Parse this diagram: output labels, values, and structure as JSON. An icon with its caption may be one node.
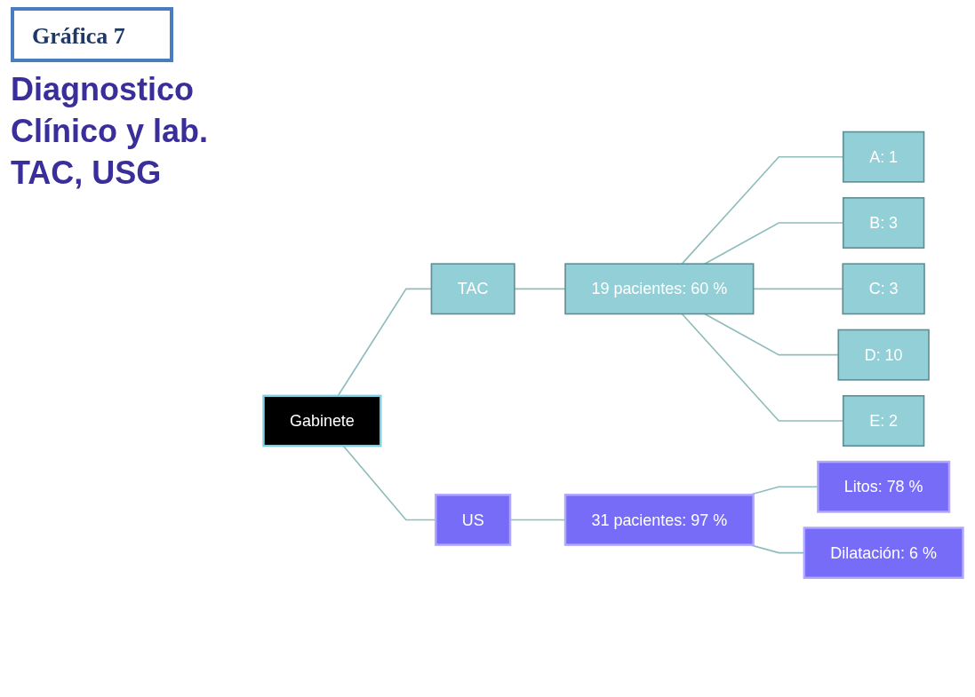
{
  "diagram": {
    "title": "Gráfica 7",
    "nodes": [
      {
        "text": [
          "Gabinete"
        ]
      },
      {
        "text": [
          "TAC"
        ]
      },
      {
        "text": [
          "19 pacientes: 60 %"
        ]
      },
      {
        "text": [
          "A: 1"
        ]
      },
      {
        "text": [
          "B: 3"
        ]
      },
      {
        "text": [
          "C: 3"
        ]
      },
      {
        "text": [
          "D: 10"
        ]
      },
      {
        "text": [
          "E: 2"
        ]
      },
      {
        "text": [
          "US"
        ]
      },
      {
        "text": [
          "31 pacientes: 97 %"
        ]
      },
      {
        "text": [
          "Litos: 78 %"
        ]
      },
      {
        "text": [
          "Dilatación: 6 %"
        ]
      }
    ],
    "edges": [
      {
        "from": 0,
        "to": 1,
        "arrow": "none"
      },
      {
        "from": 0,
        "to": 8,
        "arrow": "none"
      },
      {
        "from": 1,
        "to": 2,
        "arrow": "none"
      },
      {
        "from": 2,
        "to": 3,
        "arrow": "none"
      },
      {
        "from": 2,
        "to": 4,
        "arrow": "none"
      },
      {
        "from": 2,
        "to": 5,
        "arrow": "none"
      },
      {
        "from": 2,
        "to": 6,
        "arrow": "none"
      },
      {
        "from": 2,
        "to": 7,
        "arrow": "none"
      },
      {
        "from": 8,
        "to": 9,
        "arrow": "none"
      },
      {
        "from": 9,
        "to": 10,
        "arrow": "none"
      },
      {
        "from": 9,
        "to": 11,
        "arrow": "none"
      }
    ],
    "labels": [
      "Diagnostico Clínico y lab. TAC, USG"
    ]
  }
}
